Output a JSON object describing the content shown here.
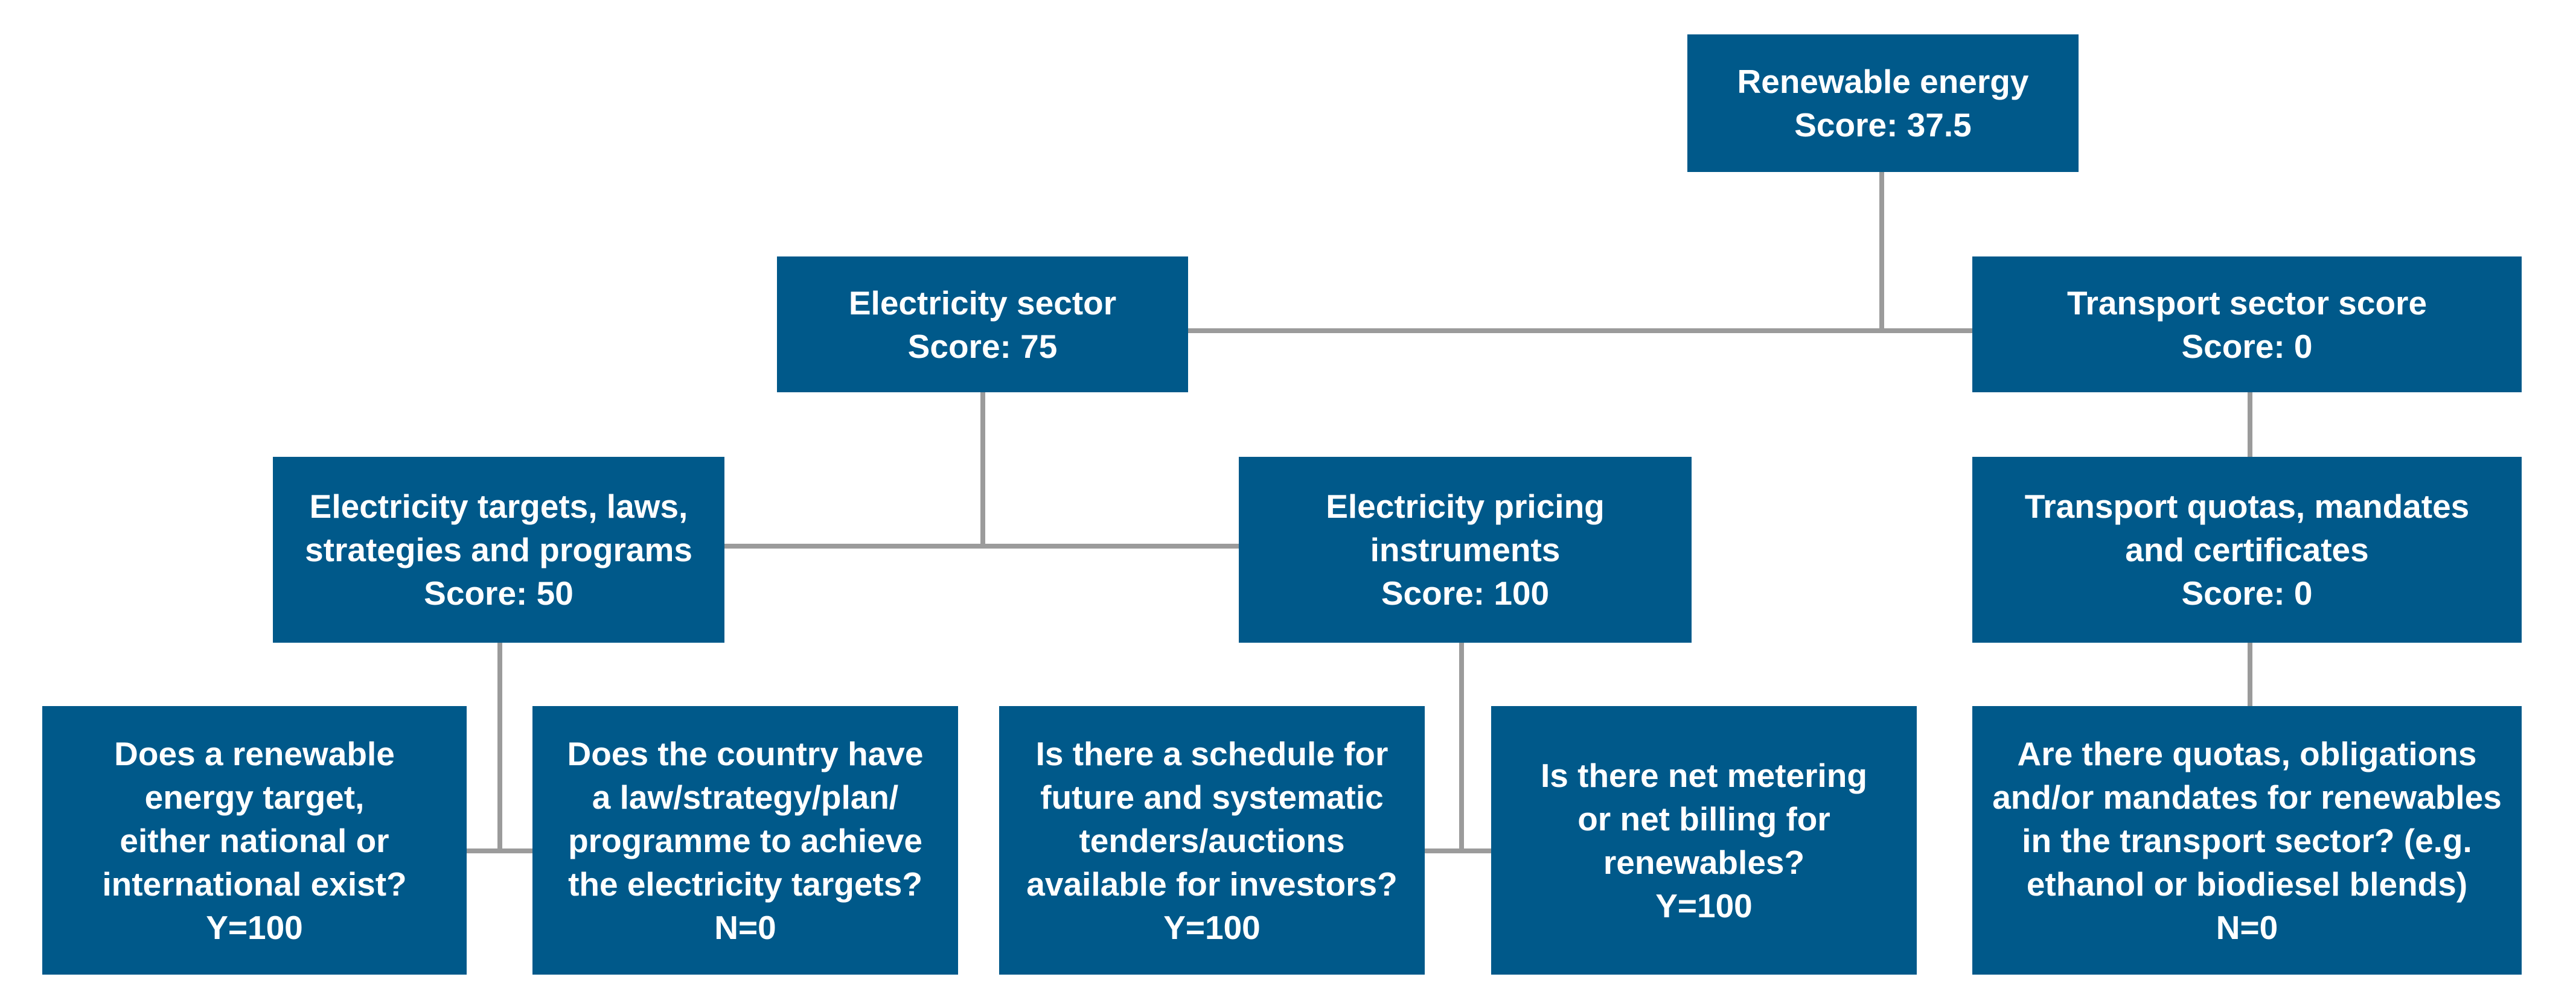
{
  "nodes": {
    "root": {
      "title": "Renewable energy",
      "score": "Score: 37.5"
    },
    "electricity_sector": {
      "title": "Electricity sector",
      "score": "Score: 75"
    },
    "transport_sector": {
      "title": "Transport sector score",
      "score": "Score: 0"
    },
    "electricity_targets": {
      "line1": "Electricity targets, laws,",
      "line2": "strategies and programs",
      "score": "Score: 50"
    },
    "electricity_pricing": {
      "line1": "Electricity pricing",
      "line2": "instruments",
      "score": "Score: 100"
    },
    "transport_quotas": {
      "line1": "Transport quotas, mandates",
      "line2": "and certificates",
      "score": "Score: 0"
    },
    "q_target": {
      "lines": [
        "Does a renewable",
        "energy target,",
        "either national or",
        "international exist?"
      ],
      "answer": "Y=100"
    },
    "q_law": {
      "lines": [
        "Does the country have",
        "a law/strategy/plan/",
        "programme to achieve",
        "the electricity targets?"
      ],
      "answer": "N=0"
    },
    "q_schedule": {
      "lines": [
        "Is there a schedule for",
        "future and systematic",
        "tenders/auctions",
        "available for investors?"
      ],
      "answer": "Y=100"
    },
    "q_net_metering": {
      "lines": [
        "Is there net metering",
        "or net billing for",
        "renewables?"
      ],
      "answer": "Y=100"
    },
    "q_transport": {
      "lines": [
        "Are there quotas, obligations",
        "and/or mandates for renewables",
        "in the transport sector? (e.g.",
        "ethanol or biodiesel blends)"
      ],
      "answer": "N=0"
    }
  },
  "colors": {
    "box": "#00598a",
    "text": "#ffffff",
    "connector": "#9b9b9b"
  }
}
